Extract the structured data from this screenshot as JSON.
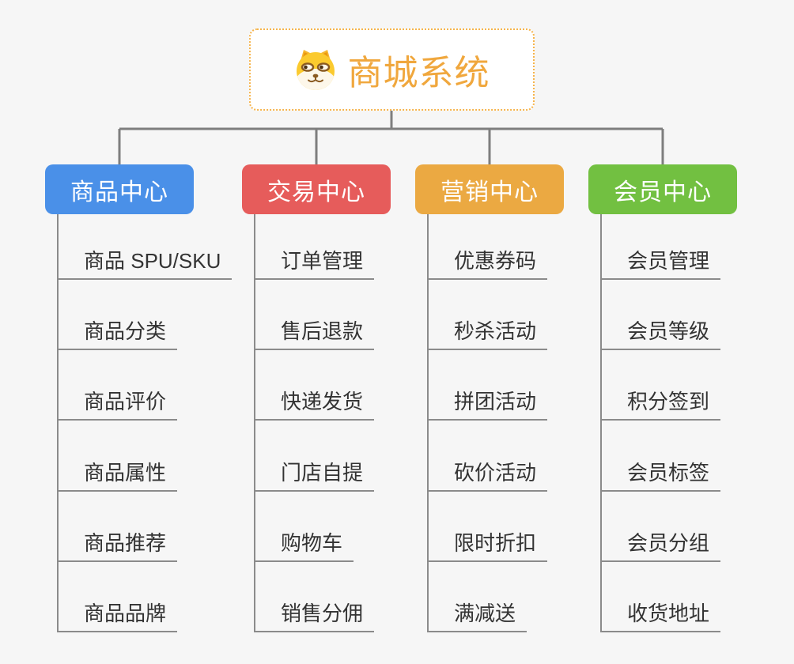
{
  "root": {
    "title": "商城系统",
    "icon": "dog-face-icon",
    "title_color": "#f0a73d",
    "border_color": "#f6b44b"
  },
  "branches": [
    {
      "label": "商品中心",
      "color": "#4a90e8",
      "items": [
        "商品 SPU/SKU",
        "商品分类",
        "商品评价",
        "商品属性",
        "商品推荐",
        "商品品牌"
      ]
    },
    {
      "label": "交易中心",
      "color": "#e65c5b",
      "items": [
        "订单管理",
        "售后退款",
        "快递发货",
        "门店自提",
        "购物车",
        "销售分佣"
      ]
    },
    {
      "label": "营销中心",
      "color": "#ebа942",
      "items": [
        "优惠券码",
        "秒杀活动",
        "拼团活动",
        "砍价活动",
        "限时折扣",
        "满减送"
      ]
    },
    {
      "label": "会员中心",
      "color": "#72c041",
      "items": [
        "会员管理",
        "会员等级",
        "积分签到",
        "会员标签",
        "会员分组",
        "收货地址"
      ]
    }
  ],
  "connector_color": "#7e7e7e",
  "leaf_line_color": "#8b8b8b"
}
